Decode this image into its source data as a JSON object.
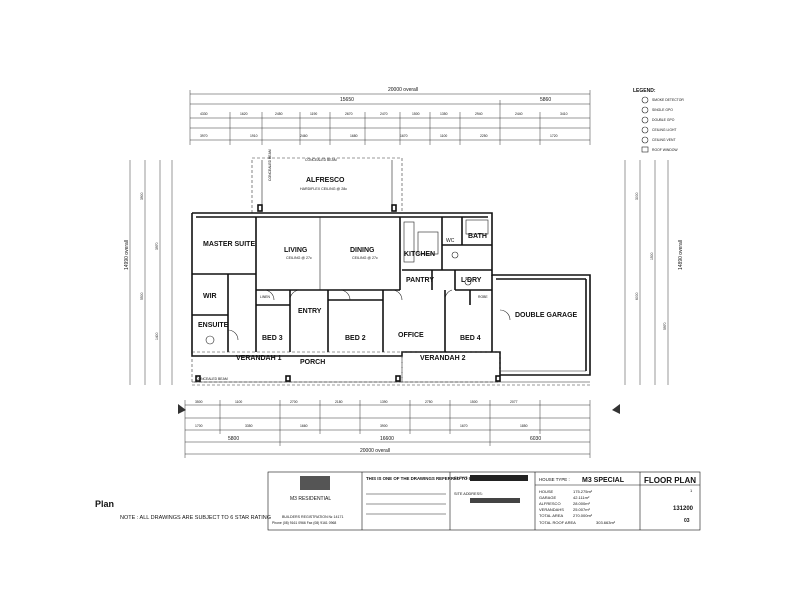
{
  "overall_dims": {
    "top": "20000 overall",
    "top_left": "15650",
    "top_right": "5860",
    "bottom_overall": "20000 overall",
    "bottom_mid": "16600",
    "bottom_right": "6030",
    "bottom_left": "5800",
    "left": "14990 overall",
    "right": "14890 overall"
  },
  "rooms": {
    "alfresco": "ALFRESCO",
    "alfresco_sub": "HARDIFLEX CEILING @ 28c",
    "master_suite": "MASTER SUITE",
    "living": "LIVING",
    "living_sub": "CEILING @ 27c",
    "dining": "DINING",
    "dining_sub": "CEILING @ 27c",
    "kitchen": "KITCHEN",
    "bath": "BATH",
    "wc": "WC",
    "pantry": "PANTRY",
    "ldry": "L'DRY",
    "wir": "WIR",
    "ensuite": "ENSUITE",
    "entry": "ENTRY",
    "bed3": "BED 3",
    "bed2": "BED 2",
    "office": "OFFICE",
    "bed4": "BED 4",
    "double_garage": "DOUBLE GARAGE",
    "porch": "PORCH",
    "verandah1": "VERANDAH 1",
    "verandah2": "VERANDAH 2",
    "linen": "LINEN",
    "robe": "ROBE",
    "concealed_beam": "CONCEALED BEAM"
  },
  "legend": {
    "title": "LEGEND:",
    "items": [
      "SMOKE DETECTOR",
      "SINGLE GPO",
      "DOUBLE GPO",
      "CEILING LIGHT",
      "CEILING VENT",
      "ROOF WINDOW"
    ]
  },
  "left_label": {
    "plan": "Plan",
    "note": "NOTE : ALL DRAWINGS ARE SUBJECT TO 6 STAR RATING"
  },
  "title_block": {
    "company": "M3 RESIDENTIAL",
    "builders_reg": "BUILDERS REGISTRATION № 14171",
    "phone": "Phone (08) 9161 0966 Fax (08) 9161 0968",
    "contract_heading": "THIS IS ONE OF THE DRAWINGS REFERRED TO IN THE CONTRACT:",
    "client_label": "CLIENT:",
    "site_label": "SITE ADDRESS:",
    "house_type_label": "HOUSE TYPE :",
    "house_type": "M3 SPECIAL",
    "sheet_title": "FLOOR PLAN",
    "areas": [
      {
        "name": "HOUSE",
        "value": "175.275m²"
      },
      {
        "name": "GARAGE",
        "value": "42.111m²"
      },
      {
        "name": "ALFRESCO",
        "value": "28.000m²"
      },
      {
        "name": "VERANDAHS",
        "value": "25.007m²"
      },
      {
        "name": "TOTAL AREA",
        "value": "270.000m²"
      },
      {
        "name": "TOTAL ROOF AREA",
        "value": "303.663m²"
      }
    ],
    "job_no": "131200",
    "sheet": "03",
    "revision": "1"
  }
}
